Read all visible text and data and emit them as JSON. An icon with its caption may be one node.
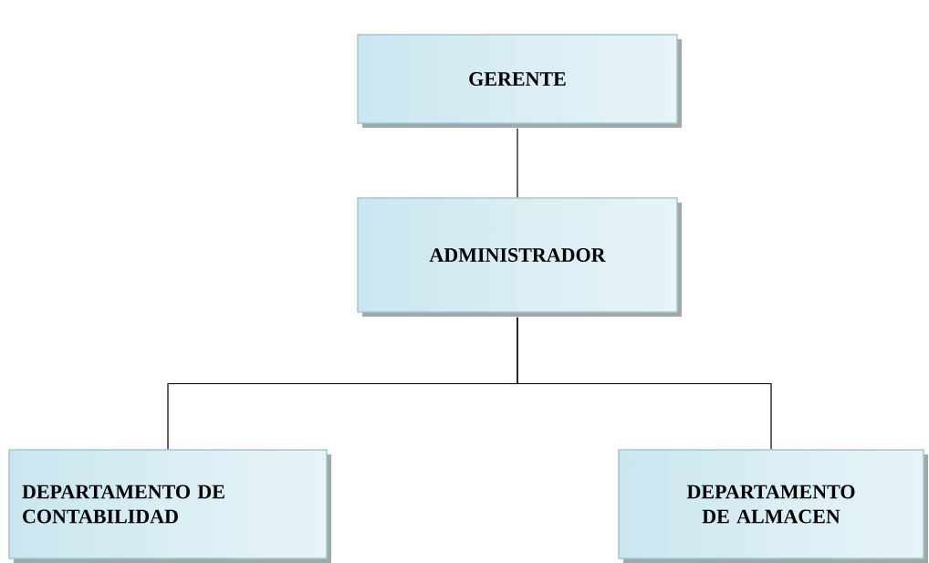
{
  "diagram": {
    "nodes": [
      {
        "text": [
          "GERENTE"
        ]
      },
      {
        "text": [
          "ADMINISTRADOR"
        ]
      },
      {
        "text": [
          "DEPARTAMENTO DE CONTABILIDAD"
        ]
      },
      {
        "text": [
          "DEPARTAMENTO DE ALMACEN"
        ]
      }
    ],
    "edges": [
      {
        "from": 0,
        "to": 1,
        "arrow": "none"
      },
      {
        "from": 1,
        "to": 2,
        "arrow": "none"
      },
      {
        "from": 1,
        "to": 3,
        "arrow": "none"
      }
    ]
  }
}
